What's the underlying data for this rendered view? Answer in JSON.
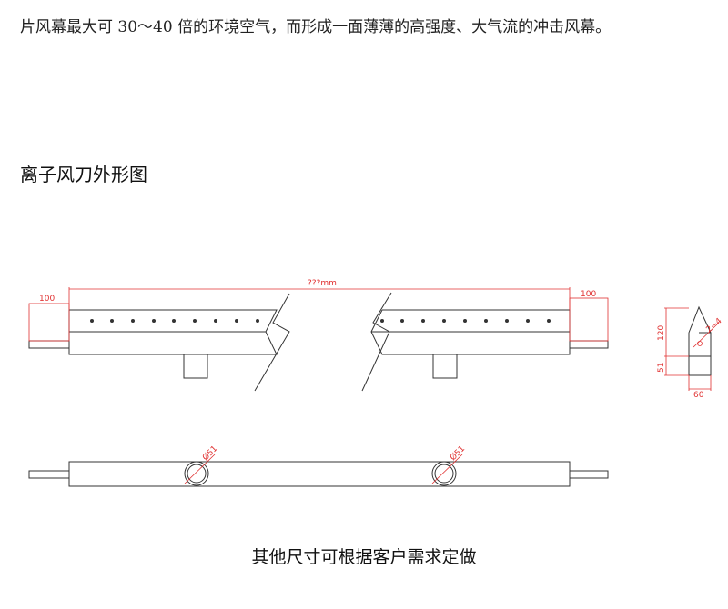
{
  "intro": {
    "text": "片风幕最大可 30～40 倍的环境空气，而形成一面薄薄的高强度、大气流的冲击风幕。"
  },
  "section": {
    "title": "离子风刀外形图"
  },
  "drawing": {
    "dims": {
      "left_end": "100",
      "total_length": "???mm",
      "right_end": "100",
      "height_top": "120",
      "height_bottom": "51",
      "width": "60",
      "nozzle": "2~4",
      "port_left": "Ø51",
      "port_right": "Ø51"
    },
    "colors": {
      "outline": "#333333",
      "dimension": "#e03030"
    }
  },
  "caption": {
    "text": "其他尺寸可根据客户需求定做"
  }
}
